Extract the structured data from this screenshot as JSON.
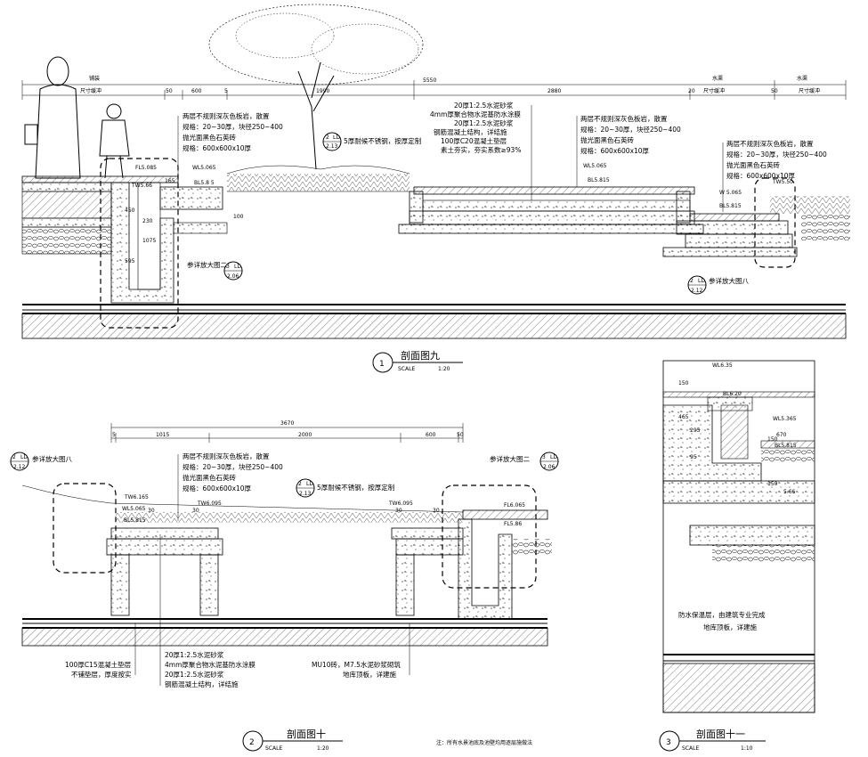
{
  "section9": {
    "title": "剖面图九",
    "number": "1",
    "scale_label": "SCALE",
    "scale": "1:20",
    "dims": {
      "total": "5550",
      "d1": "50",
      "d2": "600",
      "d3": "5",
      "d4": "1990",
      "d5": "2880",
      "d6": "20",
      "d7": "50"
    },
    "vert_dims": {
      "v1": "165",
      "v2": "450",
      "v3": "230",
      "v4": "1075",
      "v5": "595",
      "v6": "100"
    },
    "labels": {
      "top_left_a": "铺装",
      "top_left_b": "尺寸缓冲",
      "top_right_a": "水渠",
      "top_right_b": "尺寸缓冲",
      "fl": "FL5.085",
      "tw1": "TW5.66",
      "wl": "WL5.065",
      "bl": "BL5.8 5",
      "wl2": "WL5.065",
      "bl2": "BL5.815",
      "wl3": "W 5.065",
      "bl3": "BL5.815",
      "tw2": "TW5.50"
    },
    "note_left": [
      "两层不规则深灰色板岩，散置",
      "规格：20~30厚，块径250~400",
      "抛光面黑色石英砖",
      "规格：600x600x10厚"
    ],
    "note_mid_ref": {
      "num": "2",
      "tag": "LD",
      "page": "2.13",
      "text": "5厚耐候不锈钢，按厚定制"
    },
    "note_center": [
      "20厚1:2.5水泥砂浆",
      "4mm厚聚合物水泥基防水涂膜",
      "20厚1:2.5水泥砂浆",
      "钢筋混凝土结构，详结施",
      "100厚C20混凝土垫层",
      "素土夯实，夯实系数≥93%"
    ],
    "note_right": [
      "两层不规则深灰色板岩，散置",
      "规格：20~30厚，块径250~400",
      "抛光面黑色石英砖",
      "规格：600x600x10厚"
    ],
    "note_far_right": [
      "两层不规则深灰色板岩，散置",
      "规格：20~30厚，块径250~400",
      "抛光面黑色石英砖",
      "规格：600x600x10厚"
    ],
    "ref_left": {
      "num": "3",
      "tag": "LD",
      "page": "2.06",
      "text": "参详放大图二"
    },
    "ref_right": {
      "num": "2",
      "tag": "LD",
      "page": "2.12",
      "text": "参详放大图八"
    }
  },
  "section10": {
    "title": "剖面图十",
    "number": "2",
    "scale_label": "SCALE",
    "scale": "1:20",
    "dims": {
      "total": "3670",
      "d1": "5",
      "d2": "1015",
      "d3": "2000",
      "d4": "600",
      "d5": "50"
    },
    "labels": {
      "tw1": "TW6.165",
      "wl": "WL5.065",
      "bl": "BL5.815",
      "tw2": "TW6.095",
      "tw3": "TW6.095",
      "fl": "FL6.065",
      "fl2": "FL5.86",
      "d30a": "30",
      "d30b": "30",
      "d30c": "30",
      "d30d": "30"
    },
    "ref_left": {
      "num": "2",
      "tag": "LD",
      "page": "2.12",
      "text": "参详放大图八"
    },
    "ref_right": {
      "num": "3",
      "tag": "LD",
      "page": "2.06",
      "text": "参详放大图二"
    },
    "ref_mid": {
      "num": "2",
      "tag": "LD",
      "page": "2.13",
      "text": "5厚耐候不锈钢，按厚定制"
    },
    "note_top": [
      "两层不规则深灰色板岩，散置",
      "规格：20~30厚，块径250~400",
      "抛光面黑色石英砖",
      "规格：600x600x10厚"
    ],
    "note_bottom_left": [
      "100厚C15混凝土垫层",
      "不铺垫层，厚度按实"
    ],
    "note_bottom_mid": [
      "20厚1:2.5水泥砂浆",
      "4mm厚聚合物水泥基防水涂膜",
      "20厚1:2.5水泥砂浆",
      "钢筋混凝土结构，详结施"
    ],
    "note_bottom_right": [
      "MU10砖，M7.5水泥砂浆砌筑",
      "地库顶板，详建施"
    ],
    "footnote": "注：所有水景池底及池壁均用逐层施做法"
  },
  "section11": {
    "title": "剖面图十一",
    "number": "3",
    "scale_label": "SCALE",
    "scale": "1:10",
    "labels": {
      "wl1": "WL6.35",
      "bl1": "BL6.20",
      "wl2": "WL5.365",
      "bl2": "BL5.815",
      "b3": "5.66"
    },
    "vdims": [
      "150",
      "465",
      "295",
      "95",
      "150",
      "670",
      "150"
    ],
    "notes": [
      "防水保温层，由建筑专业完成",
      "地库顶板，详建施"
    ]
  }
}
